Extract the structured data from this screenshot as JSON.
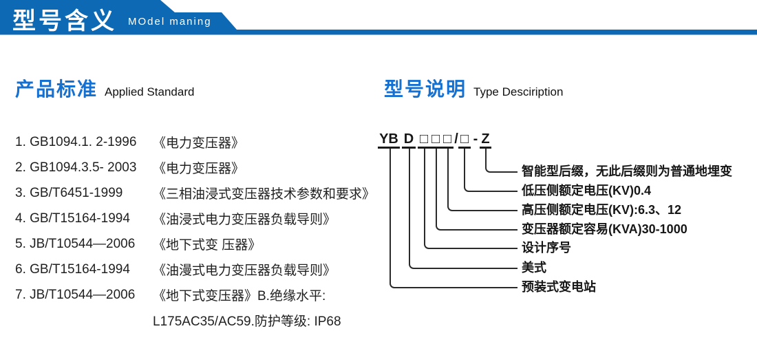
{
  "header": {
    "title": "型号含义",
    "subtitle": "MOdel maning"
  },
  "standards": {
    "heading_zh": "产品标准",
    "heading_en": "Applied Standard",
    "items": [
      {
        "code": "1. GB1094.1. 2-1996",
        "name": "《电力变压器》"
      },
      {
        "code": "2. GB1094.3.5- 2003",
        "name": "《电力变压器》"
      },
      {
        "code": "3. GB/T6451-1999",
        "name": "《三相油浸式变压器技术参数和要求》"
      },
      {
        "code": "4. GB/T15164-1994",
        "name": "《油浸式电力变压器负载导则》"
      },
      {
        "code": "5. JB/T10544—2006",
        "name": "《地下式变 压器》"
      },
      {
        "code": "6. GB/T15164-1994",
        "name": "《油漫式电力变压器负载导则》"
      },
      {
        "code": "7. JB/T10544—2006",
        "name": "《地下式变压器》B.绝缘水平:"
      },
      {
        "code": "",
        "name": "L175AC35/AC59.防护等级: IP68"
      }
    ]
  },
  "type_description": {
    "heading_zh": "型号说明",
    "heading_en": "Type Desciription",
    "model_code": {
      "parts": [
        "YB",
        "D",
        "□",
        "□",
        "□",
        "/",
        "□",
        "-",
        "Z"
      ]
    },
    "labels": [
      "智能型后缀，无此后缀则为普通地埋变",
      "低压侧额定电压(KV)0.4",
      "高压侧额定电压(KV):6.3、12",
      "变压器额定容易(KVA)30-1000",
      "设计序号",
      "美式",
      "预装式变电站"
    ]
  },
  "colors": {
    "header_blue": "#0e69b4",
    "heading_blue": "#1470d1",
    "text_dark": "#1f1f1f"
  }
}
